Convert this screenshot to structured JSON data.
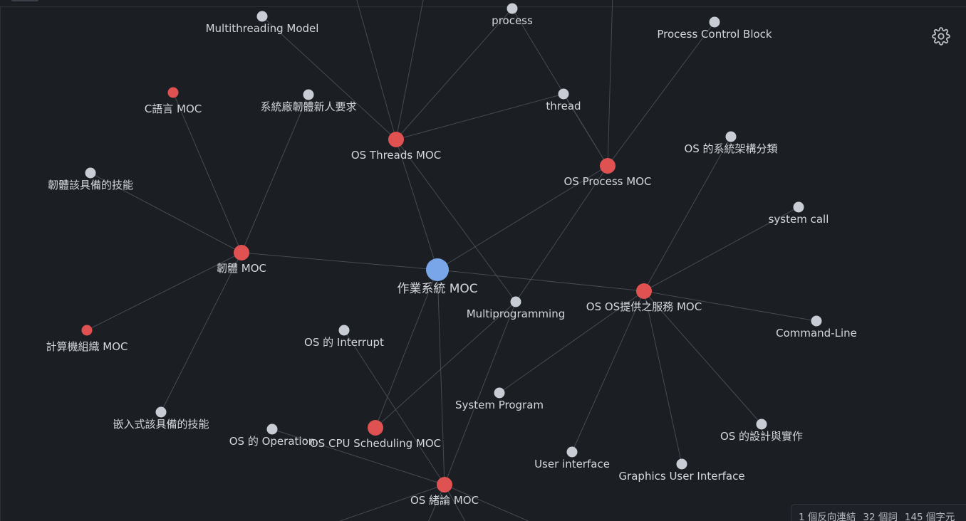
{
  "graph": {
    "nodes": [
      {
        "id": "center",
        "label": "作業系統 MOC",
        "kind": "center"
      },
      {
        "id": "threads",
        "label": "OS Threads MOC",
        "kind": "moc"
      },
      {
        "id": "processmoc",
        "label": "OS Process MOC",
        "kind": "moc"
      },
      {
        "id": "firmware",
        "label": "韌體 MOC",
        "kind": "moc"
      },
      {
        "id": "services",
        "label": "OS OS提供之服務 MOC",
        "kind": "moc"
      },
      {
        "id": "cpusched",
        "label": "OS CPU Scheduling MOC",
        "kind": "moc"
      },
      {
        "id": "intro",
        "label": "OS 緒論 MOC",
        "kind": "moc"
      },
      {
        "id": "clang",
        "label": "C語言 MOC",
        "kind": "moc"
      },
      {
        "id": "comporg",
        "label": "計算機組織 MOC",
        "kind": "moc"
      },
      {
        "id": "mtmodel",
        "label": "Multithreading Model",
        "kind": "note"
      },
      {
        "id": "process",
        "label": "process",
        "kind": "note"
      },
      {
        "id": "pcb",
        "label": "Process Control Block",
        "kind": "note"
      },
      {
        "id": "thread",
        "label": "thread",
        "kind": "note"
      },
      {
        "id": "sysreq",
        "label": "系統廠韌體新人要求",
        "kind": "note"
      },
      {
        "id": "fwskill",
        "label": "韌體該具備的技能",
        "kind": "note"
      },
      {
        "id": "osarch",
        "label": "OS 的系統架構分類",
        "kind": "note"
      },
      {
        "id": "syscall",
        "label": "system call",
        "kind": "note"
      },
      {
        "id": "multiprog",
        "label": "Multiprogramming",
        "kind": "note"
      },
      {
        "id": "interrupt",
        "label": "OS 的 Interrupt",
        "kind": "note"
      },
      {
        "id": "cmdline",
        "label": "Command-Line",
        "kind": "note"
      },
      {
        "id": "sysprog",
        "label": "System Program",
        "kind": "note"
      },
      {
        "id": "embskill",
        "label": "嵌入式該具備的技能",
        "kind": "note"
      },
      {
        "id": "operation",
        "label": "OS 的 Operation",
        "kind": "note"
      },
      {
        "id": "design",
        "label": "OS 的設計與實作",
        "kind": "note"
      },
      {
        "id": "ui",
        "label": "User interface",
        "kind": "note"
      },
      {
        "id": "gui",
        "label": "Graphics User Interface",
        "kind": "note"
      }
    ],
    "edges": [
      [
        "center",
        "threads"
      ],
      [
        "center",
        "processmoc"
      ],
      [
        "center",
        "firmware"
      ],
      [
        "center",
        "services"
      ],
      [
        "center",
        "cpusched"
      ],
      [
        "center",
        "intro"
      ],
      [
        "threads",
        "mtmodel"
      ],
      [
        "threads",
        "process"
      ],
      [
        "threads",
        "thread"
      ],
      [
        "threads",
        "multiprog"
      ],
      [
        "threads",
        "offtop1"
      ],
      [
        "threads",
        "offtop2"
      ],
      [
        "processmoc",
        "process"
      ],
      [
        "processmoc",
        "thread"
      ],
      [
        "processmoc",
        "offtop3"
      ],
      [
        "processmoc",
        "pcb"
      ],
      [
        "processmoc",
        "multiprog"
      ],
      [
        "firmware",
        "clang"
      ],
      [
        "firmware",
        "sysreq"
      ],
      [
        "firmware",
        "fwskill"
      ],
      [
        "firmware",
        "comporg"
      ],
      [
        "firmware",
        "embskill"
      ],
      [
        "services",
        "osarch"
      ],
      [
        "services",
        "syscall"
      ],
      [
        "services",
        "cmdline"
      ],
      [
        "services",
        "sysprog"
      ],
      [
        "services",
        "design"
      ],
      [
        "services",
        "ui"
      ],
      [
        "services",
        "gui"
      ],
      [
        "cpusched",
        "multiprog"
      ],
      [
        "intro",
        "interrupt"
      ],
      [
        "intro",
        "operation"
      ],
      [
        "intro",
        "multiprog"
      ],
      [
        "intro",
        "offbot1"
      ],
      [
        "intro",
        "offbot2"
      ],
      [
        "intro",
        "offbot3"
      ],
      [
        "intro",
        "offbot4"
      ]
    ]
  },
  "toolbar": {
    "settings_icon": "gear-icon"
  },
  "status": {
    "backlinks": "1 個反向連結",
    "words": "32 個詞",
    "chars": "145 個字元"
  },
  "colors": {
    "background": "#1b1e23",
    "moc_node": "#e05252",
    "center_node": "#79a6e8",
    "note_node": "#c8ccd4",
    "edge": "#464b54",
    "label": "#d4d7dc"
  }
}
